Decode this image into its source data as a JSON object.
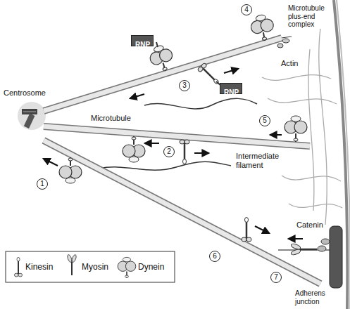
{
  "diagram": {
    "nodes": [
      {
        "text": [
          "RNP"
        ]
      },
      {
        "text": [
          "RNP"
        ]
      }
    ],
    "labels": [
      "Centrosome",
      "Microtubule",
      "Intermediate filament",
      "Microtubule plus-end complex",
      "Actin",
      "Catenin",
      "Adherens junction",
      "1",
      "2",
      "3",
      "4",
      "5",
      "6",
      "7"
    ],
    "legend": [
      {
        "text": "Kinesin"
      },
      {
        "text": "Myosin"
      },
      {
        "text": "Dynein"
      }
    ]
  }
}
